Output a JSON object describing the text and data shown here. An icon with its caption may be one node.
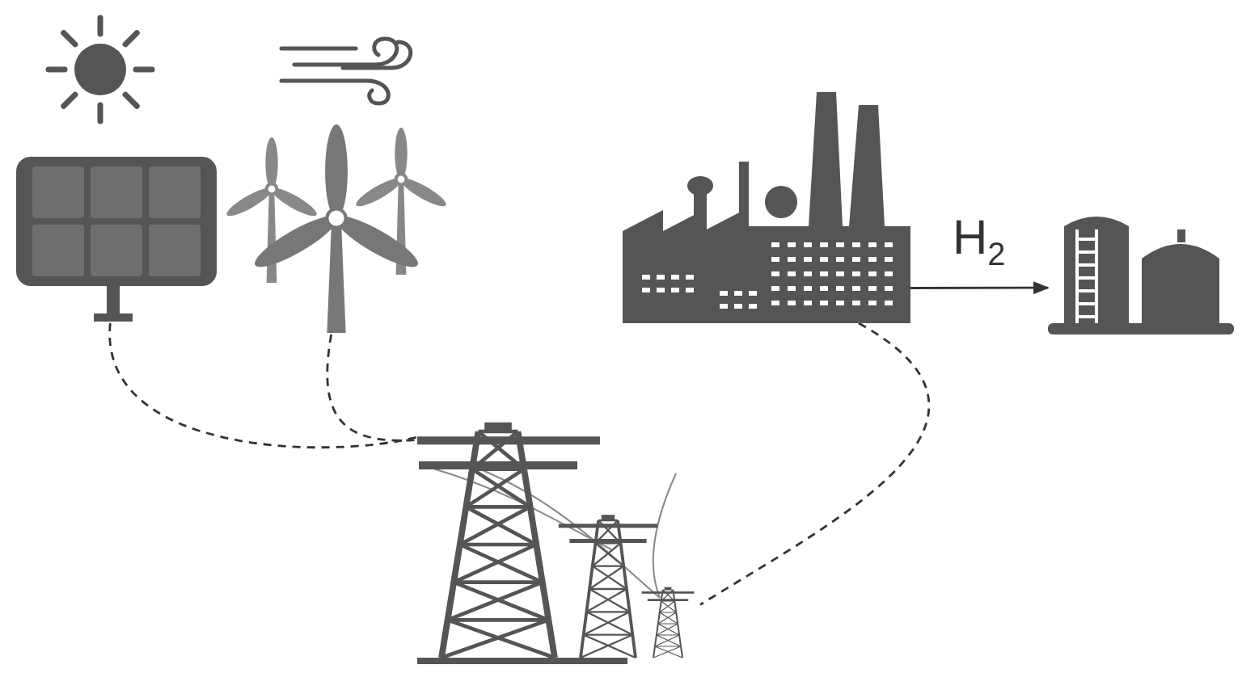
{
  "diagram": {
    "nodes": [
      {
        "text": [],
        "shape": "picture"
      },
      {
        "text": [],
        "shape": "picture"
      },
      {
        "text": [],
        "shape": "picture"
      },
      {
        "text": [],
        "shape": "picture"
      },
      {
        "text": [],
        "shape": "picture"
      }
    ],
    "edges": [
      {
        "from": 0,
        "to": 4,
        "arrow": "none",
        "style": "dashed"
      },
      {
        "from": 1,
        "to": 4,
        "arrow": "none",
        "style": "dashed"
      },
      {
        "from": 2,
        "to": 4,
        "arrow": "none",
        "style": "dashed"
      },
      {
        "from": 2,
        "to": 3,
        "arrow": "to",
        "label": "H$_{2}$"
      }
    ]
  }
}
